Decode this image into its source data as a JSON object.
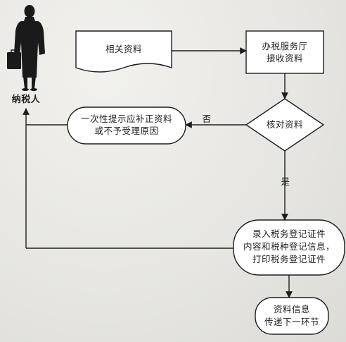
{
  "diagram": {
    "actor_label": "纳税人",
    "nodes": {
      "related_docs": "相关资料",
      "receive": {
        "line1": "办税服务厅",
        "line2": "接收资料"
      },
      "verify": "核对资料",
      "notify": {
        "line1": "一次性提示应补正资料",
        "line2": "或不予受理原因"
      },
      "register": {
        "line1": "录入税务登记证件",
        "line2": "内容和税种登记信息，",
        "line3": "打印税务登记证件"
      },
      "transfer": {
        "line1": "资料信息",
        "line2": "传递下一环节"
      }
    },
    "edges": {
      "no_label": "否",
      "yes_label": "是"
    }
  },
  "colors": {
    "ink": "#1e1e1e",
    "paper": "#e9e8e4"
  },
  "icons": {
    "actor": "person-with-briefcase-icon"
  }
}
